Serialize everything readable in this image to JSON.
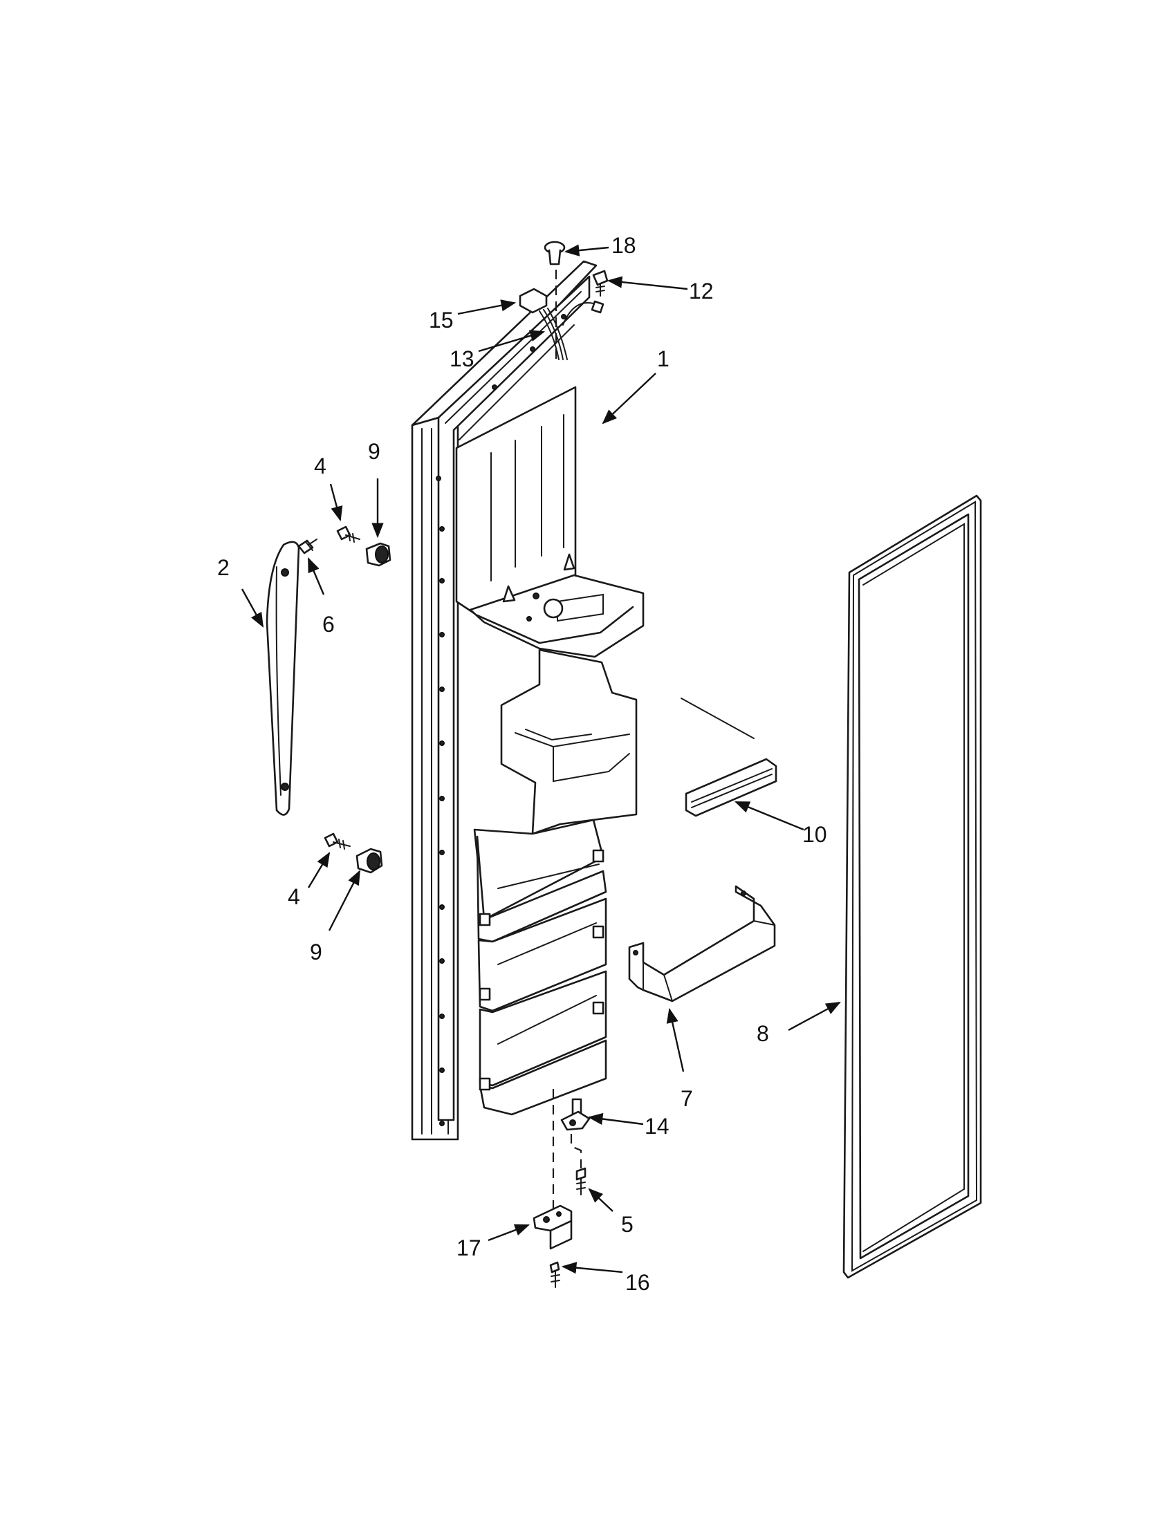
{
  "diagram": {
    "callouts": [
      {
        "id": "c1",
        "label": "1"
      },
      {
        "id": "c2",
        "label": "2"
      },
      {
        "id": "c4a",
        "label": "4"
      },
      {
        "id": "c4b",
        "label": "4"
      },
      {
        "id": "c5",
        "label": "5"
      },
      {
        "id": "c6",
        "label": "6"
      },
      {
        "id": "c7",
        "label": "7"
      },
      {
        "id": "c8",
        "label": "8"
      },
      {
        "id": "c9a",
        "label": "9"
      },
      {
        "id": "c9b",
        "label": "9"
      },
      {
        "id": "c10",
        "label": "10"
      },
      {
        "id": "c12",
        "label": "12"
      },
      {
        "id": "c13",
        "label": "13"
      },
      {
        "id": "c14",
        "label": "14"
      },
      {
        "id": "c15",
        "label": "15"
      },
      {
        "id": "c16",
        "label": "16"
      },
      {
        "id": "c17",
        "label": "17"
      },
      {
        "id": "c18",
        "label": "18"
      }
    ],
    "colors": {
      "line": "#1a1a1a",
      "background": "#ffffff"
    }
  }
}
